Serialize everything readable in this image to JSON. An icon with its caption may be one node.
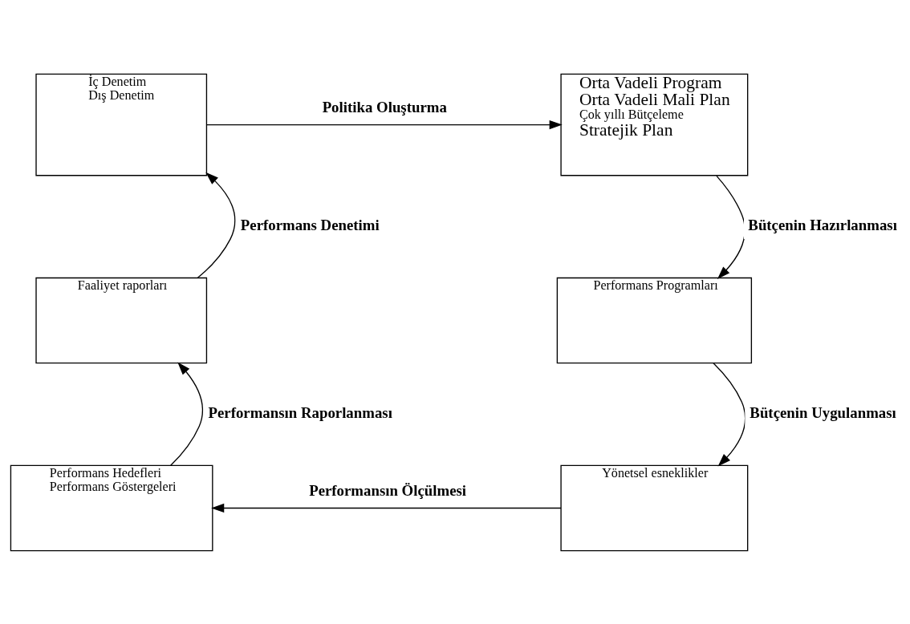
{
  "diagram": {
    "nodes": [
      {
        "text": [
          "İç Denetim",
          "Dış Denetim"
        ]
      },
      {
        "text": [
          "Orta Vadeli Program",
          "Orta Vadeli Mali Plan",
          "Çok yıllı Bütçeleme",
          "Stratejik Plan"
        ]
      },
      {
        "text": [
          "Performans Programları"
        ]
      },
      {
        "text": [
          "Yönetsel esneklikler"
        ]
      },
      {
        "text": [
          "Performans Hedefleri",
          "Performans Göstergeleri"
        ]
      },
      {
        "text": [
          "Faaliyet raporları"
        ]
      }
    ],
    "edges": [
      {
        "from": 0,
        "to": 1,
        "arrow": "to",
        "label": "Politika Oluşturma"
      },
      {
        "from": 1,
        "to": 2,
        "arrow": "to",
        "label": "Bütçenin Hazırlanması"
      },
      {
        "from": 2,
        "to": 3,
        "arrow": "to",
        "label": "Bütçenin Uygulanması"
      },
      {
        "from": 3,
        "to": 4,
        "arrow": "to",
        "label": "Performansın Ölçülmesi"
      },
      {
        "from": 4,
        "to": 5,
        "arrow": "to",
        "label": "Performansın Raporlanması"
      },
      {
        "from": 5,
        "to": 0,
        "arrow": "to",
        "label": "Performans Denetimi"
      }
    ]
  }
}
